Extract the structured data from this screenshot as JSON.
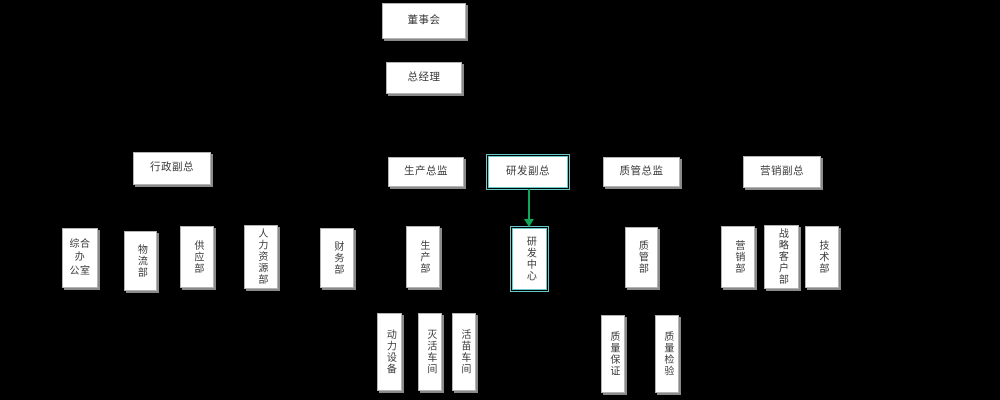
{
  "chart": {
    "kind": "organization-chart",
    "background_color": "#000000",
    "node_fill": "#ffffff",
    "node_border": "#b4b4b4",
    "highlight_color": "#67c9c7",
    "connector_color": "#0fa85a"
  },
  "nodes": {
    "board": {
      "label": "董事会"
    },
    "general_manager": {
      "label": "总经理"
    },
    "admin_vp": {
      "label": "行政副总"
    },
    "production_director": {
      "label": "生产总监"
    },
    "rd_vp": {
      "label": "研发副总"
    },
    "quality_director": {
      "label": "质管总监"
    },
    "marketing_vp": {
      "label": "营销副总"
    },
    "general_office": {
      "label": "综合办\n公室"
    },
    "logistics_dept": {
      "label": "物流部"
    },
    "supply_dept": {
      "label": "供应部"
    },
    "hr_dept": {
      "label": "人力资源部"
    },
    "finance_dept": {
      "label": "财务部"
    },
    "production_dept": {
      "label": "生产部"
    },
    "rd_center": {
      "label": "研发中心"
    },
    "quality_dept": {
      "label": "质管部"
    },
    "marketing_dept": {
      "label": "营销部"
    },
    "strategic_customer_dept": {
      "label": "战略客户部"
    },
    "technical_dept": {
      "label": "技术部"
    },
    "power_equipment": {
      "label": "动力设备"
    },
    "inactivated_workshop": {
      "label": "灭活车间"
    },
    "live_vaccine_workshop": {
      "label": "活苗车间"
    },
    "quality_assurance": {
      "label": "质量保证"
    },
    "quality_inspection": {
      "label": "质量检验"
    }
  },
  "connectors": [
    {
      "name": "rd-vp-to-rd-center",
      "from": "rd_vp",
      "to": "rd_center",
      "color": "#0fa85a",
      "arrow": "down"
    }
  ]
}
